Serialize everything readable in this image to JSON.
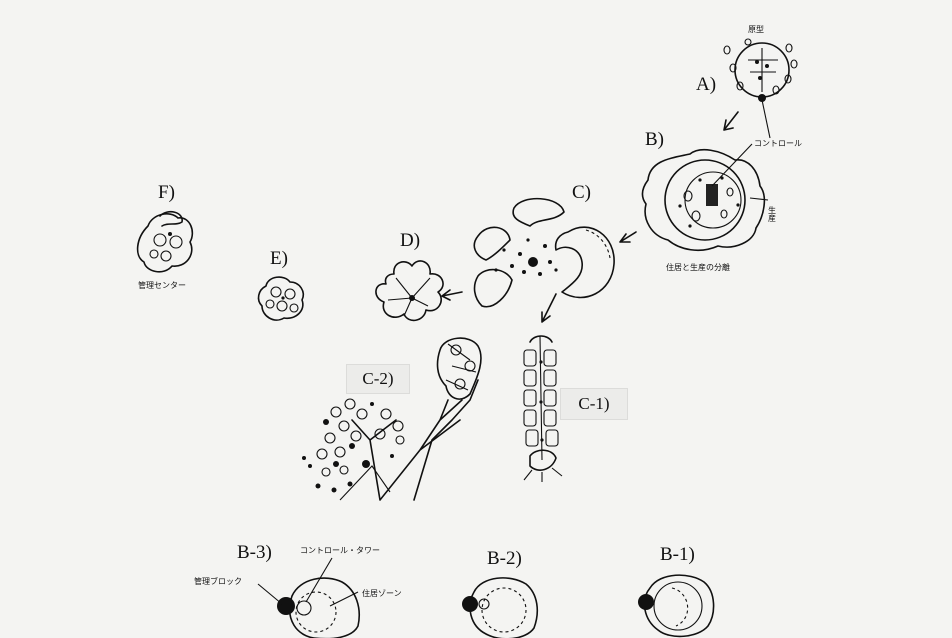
{
  "labels": {
    "a": "A)",
    "b": "B)",
    "c": "C)",
    "d": "D)",
    "e": "E)",
    "f": "F)",
    "c1": "C-1)",
    "c2": "C-2)",
    "b1": "B-1)",
    "b2": "B-2)",
    "b3": "B-3)"
  },
  "annotations": {
    "genkei": "原型",
    "control": "コントロール",
    "seisan": "生産",
    "separation": "住居と生産の分離",
    "kanri_center": "管理センター",
    "control_tower": "コントロール・タワー",
    "kanri_block": "管理ブロック",
    "jukyo_zone": "住居ゾーン"
  }
}
